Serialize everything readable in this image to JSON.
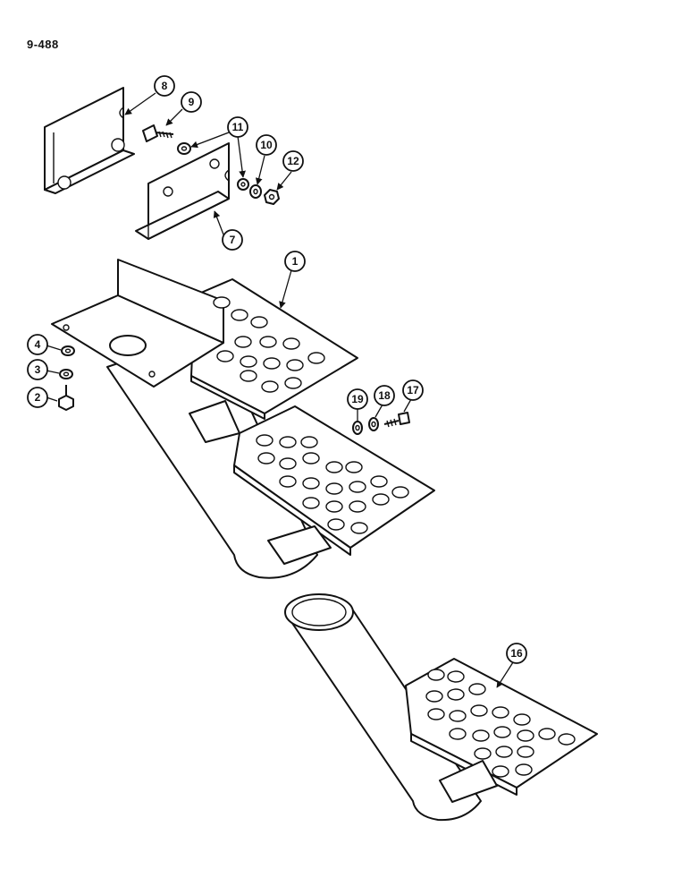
{
  "page_number": "9-488",
  "callouts": [
    "8",
    "9",
    "11",
    "10",
    "12",
    "7",
    "1",
    "4",
    "3",
    "2",
    "19",
    "18",
    "17",
    "16"
  ]
}
